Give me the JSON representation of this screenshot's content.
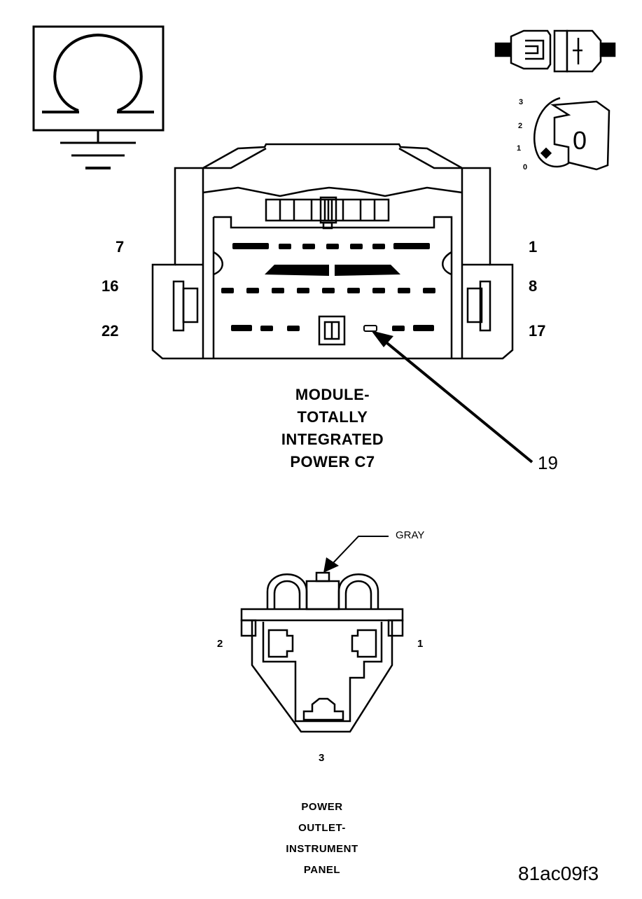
{
  "ground_symbol": {
    "icon": "ohm-meter-ground-icon"
  },
  "test_symbols": {
    "connector_icon": "connector-disconnect-icon",
    "key_icon": "ignition-key-off-icon",
    "key_positions": [
      "3",
      "2",
      "1",
      "0"
    ],
    "key_label": "0"
  },
  "connector_c7": {
    "pin_labels": {
      "top_left": "7",
      "top_right": "1",
      "mid_left": "16",
      "mid_right": "8",
      "bottom_left": "22",
      "bottom_right": "17"
    },
    "title_lines": [
      "MODULE-",
      "TOTALLY",
      "INTEGRATED",
      "POWER C7"
    ],
    "callout": "19"
  },
  "power_outlet": {
    "color_label": "GRAY",
    "pin_labels": {
      "left": "2",
      "right": "1",
      "bottom": "3"
    },
    "title_lines": [
      "POWER",
      "OUTLET-",
      "INSTRUMENT",
      "PANEL"
    ]
  },
  "image_id": "81ac09f3"
}
